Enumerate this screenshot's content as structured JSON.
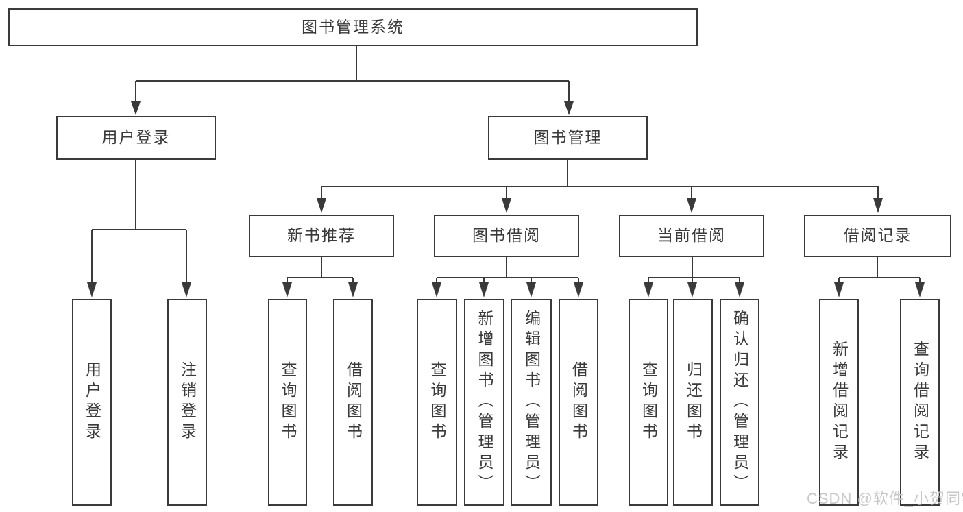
{
  "diagram": {
    "root": {
      "label": "图书管理系统"
    },
    "branches": [
      {
        "label": "用户登录",
        "children": [
          {
            "label": "用户登录"
          },
          {
            "label": "注销登录"
          }
        ]
      },
      {
        "label": "图书管理",
        "groups": [
          {
            "label": "新书推荐",
            "children": [
              {
                "label": "查询图书"
              },
              {
                "label": "借阅图书"
              }
            ]
          },
          {
            "label": "图书借阅",
            "children": [
              {
                "label": "查询图书"
              },
              {
                "label": "新增图书（管理员）"
              },
              {
                "label": "编辑图书（管理员）"
              },
              {
                "label": "借阅图书"
              }
            ]
          },
          {
            "label": "当前借阅",
            "children": [
              {
                "label": "查询图书"
              },
              {
                "label": "归还图书"
              },
              {
                "label": "确认归还（管理员）"
              }
            ]
          },
          {
            "label": "借阅记录",
            "children": [
              {
                "label": "新增借阅记录"
              },
              {
                "label": "查询借阅记录"
              }
            ]
          }
        ]
      }
    ],
    "watermark": "CSDN @软件_小贺同学",
    "colors": {
      "line": "#3a3a3a",
      "text": "#3a3a3a",
      "background": "#ffffff",
      "watermark": "#c7c7c7"
    }
  }
}
